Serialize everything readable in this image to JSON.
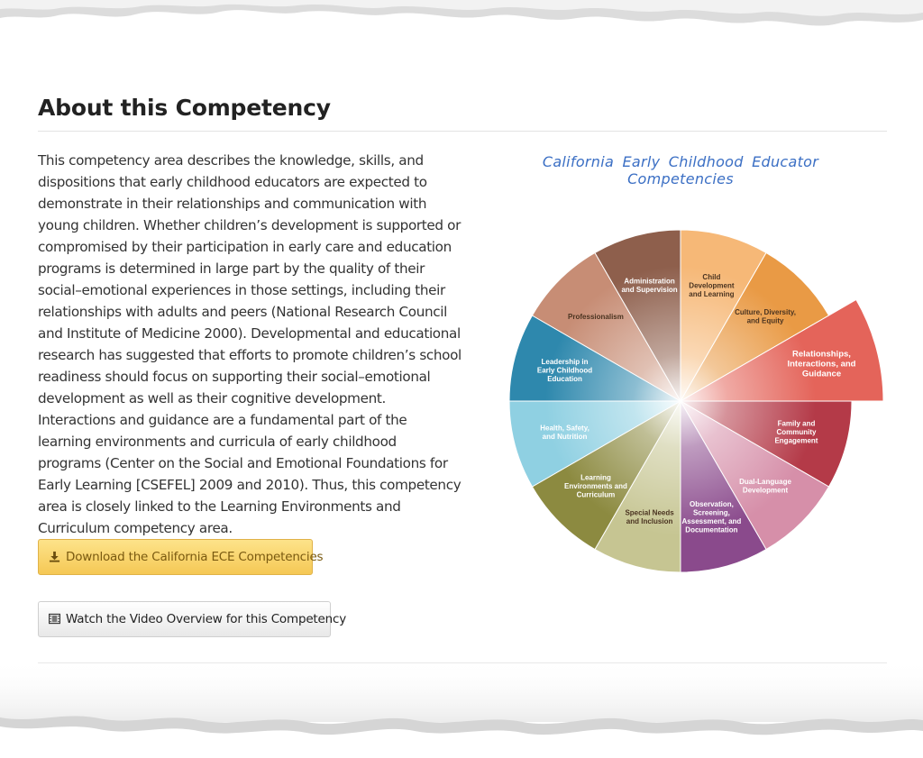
{
  "heading": "About this Competency",
  "body": "This competency area describes the knowledge, skills, and dispositions that early childhood educators are expected to demonstrate in their relationships and communication with young children. Whether children’s development is supported or compromised by their participation in early care and education programs is determined in large part by the quality of their social–emotional experiences in those settings, including their relationships with adults and peers (National Research Council and Institute of Medicine 2000). Developmental and educational research has suggested that efforts to promote children’s school readiness should focus on supporting their social–emotional development as well as their cognitive development. Interactions and guidance are a fundamental part of the learning environments and curricula of early childhood programs (Center on the Social and Emotional Foundations for Early Learning [CSEFEL] 2009 and 2010). Thus, this competency area is closely linked to the Learning Environments and Curriculum competency area.",
  "buttons": {
    "download_label": "Download the California ECE Competencies",
    "download_icon": "download-icon",
    "video_label": "Watch the Video Overview for this Competency",
    "video_icon": "film-icon"
  },
  "wheel": {
    "title": "California Early Childhood Educator Competencies",
    "highlighted": "Relationships, Interactions, and Guidance",
    "segments": [
      {
        "lines": [
          "Child",
          "Development",
          "and Learning"
        ],
        "color": "#f6b877"
      },
      {
        "lines": [
          "Culture, Diversity,",
          "and Equity"
        ],
        "color": "#e99a45"
      },
      {
        "lines": [
          "Relationships,",
          "Interactions, and",
          "Guidance"
        ],
        "color": "#e4645a"
      },
      {
        "lines": [
          "Family and",
          "Community",
          "Engagement"
        ],
        "color": "#b43a48"
      },
      {
        "lines": [
          "Dual-Language",
          "Development"
        ],
        "color": "#d68fa9"
      },
      {
        "lines": [
          "Observation,",
          "Screening,",
          "Assessment, and",
          "Documentation"
        ],
        "color": "#8a4a8c"
      },
      {
        "lines": [
          "Special Needs",
          "and Inclusion"
        ],
        "color": "#c6c592"
      },
      {
        "lines": [
          "Learning",
          "Environments and",
          "Curriculum"
        ],
        "color": "#8c8a40"
      },
      {
        "lines": [
          "Health, Safety,",
          "and Nutrition"
        ],
        "color": "#8fd0e2"
      },
      {
        "lines": [
          "Leadership in",
          "Early Childhood",
          "Education"
        ],
        "color": "#2e88ad"
      },
      {
        "lines": [
          "Professionalism"
        ],
        "color": "#c78d75"
      },
      {
        "lines": [
          "Administration",
          "and Supervision"
        ],
        "color": "#8e5f4c"
      }
    ]
  }
}
